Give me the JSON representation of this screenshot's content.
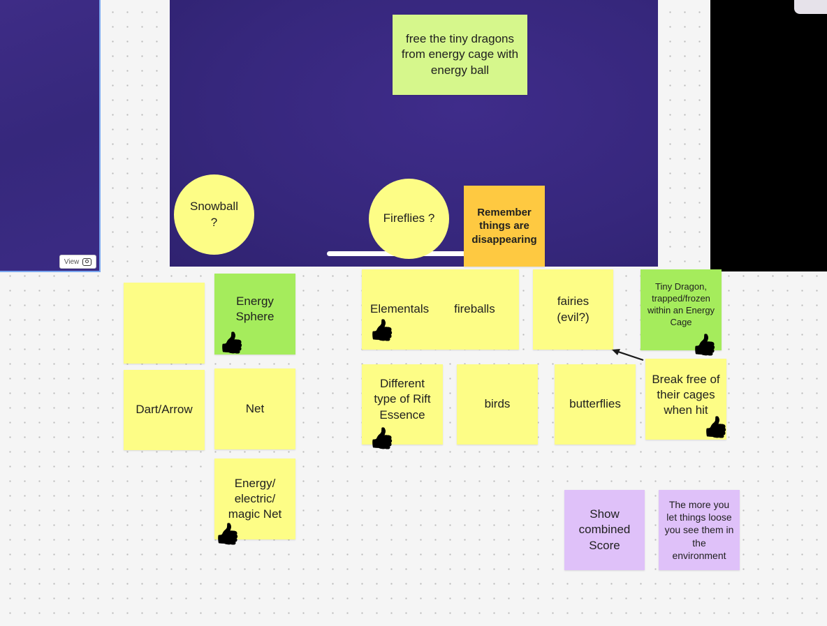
{
  "frames": {
    "left_view_label": "View"
  },
  "notes": {
    "free_dragons": "free the tiny dragons from energy cage with energy ball",
    "snowball": "Snowball ?",
    "fireflies": "Fireflies ?",
    "remember": "Remember things are disappearing",
    "blank": "",
    "energy_sphere": "Energy Sphere",
    "elementals": "Elementals",
    "fireballs": "fireballs",
    "fairies": "fairies (evil?)",
    "tiny_dragon": "Tiny Dragon, trapped/frozen within an Energy Cage",
    "dart_arrow": "Dart/Arrow",
    "net": "Net",
    "rift_essence": "Different type of Rift Essence",
    "birds": "birds",
    "butterflies": "butterflies",
    "break_free": "Break free of their cages when hit",
    "energy_net": "Energy/ electric/ magic Net",
    "combined_score": "Show combined Score",
    "more_loose": "The more you let things loose you see them in the environment"
  },
  "icons": {
    "thumbs_up": "thumbs-up-icon",
    "thumb_glyph": "👍"
  },
  "colors": {
    "frame_purple": "#36277c",
    "sticky_yellow": "#fdfd86",
    "sticky_green": "#a5ec5c",
    "sticky_orange": "#fec941",
    "sticky_purple": "#dfc1f9"
  }
}
